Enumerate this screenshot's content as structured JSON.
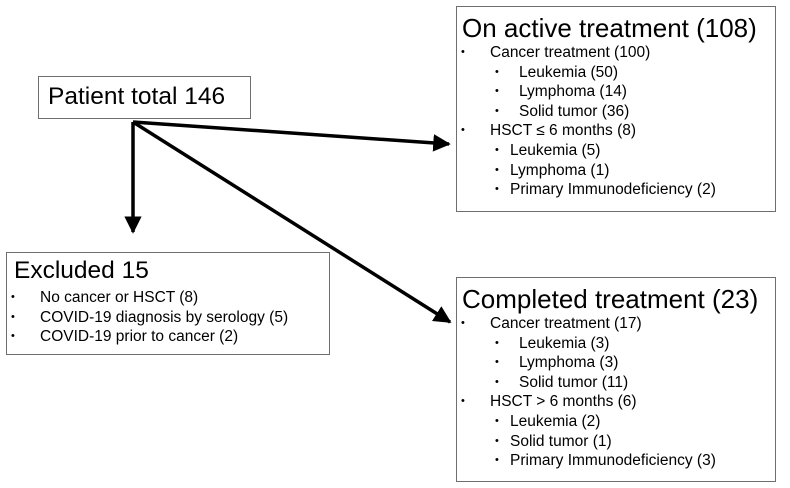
{
  "patient_total": {
    "label": "Patient total 146"
  },
  "excluded": {
    "title": "Excluded 15",
    "items": [
      "No cancer or HSCT (8)",
      "COVID-19 diagnosis by serology (5)",
      "COVID-19 prior to cancer (2)"
    ]
  },
  "active": {
    "title": "On active treatment (108)",
    "cancer_label": "Cancer treatment (100)",
    "cancer_items": [
      "Leukemia (50)",
      "Lymphoma (14)",
      "Solid tumor (36)"
    ],
    "hsct_label": "HSCT ≤ 6 months (8)",
    "hsct_items": [
      "Leukemia (5)",
      "Lymphoma (1)",
      "Primary Immunodeficiency (2)"
    ]
  },
  "completed": {
    "title": "Completed treatment (23)",
    "cancer_label": "Cancer treatment (17)",
    "cancer_items": [
      "Leukemia (3)",
      "Lymphoma (3)",
      "Solid tumor (11)"
    ],
    "hsct_label": "HSCT > 6 months (6)",
    "hsct_items": [
      "Leukemia (2)",
      "Solid tumor (1)",
      "Primary Immunodeficiency (3)"
    ]
  },
  "colors": {
    "border": "#6f6f6f",
    "arrow": "#000000"
  }
}
